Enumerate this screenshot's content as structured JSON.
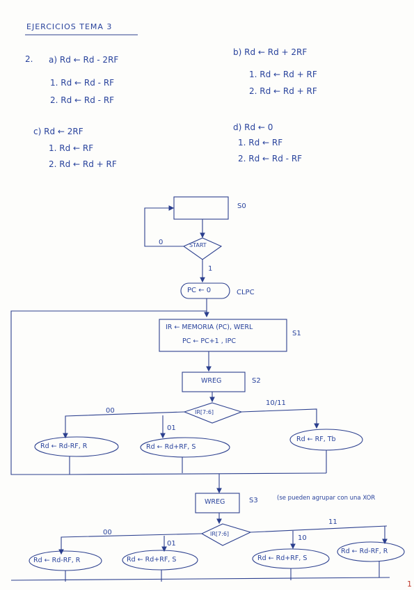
{
  "title": "EJERCICIOS TEMA 3",
  "exercise_number": "2.",
  "parts": {
    "a": {
      "label": "a)",
      "main": "Rd ← Rd - 2RF",
      "steps": [
        "1. Rd ← Rd - RF",
        "2. Rd ← Rd - RF"
      ]
    },
    "b": {
      "label": "b)",
      "main": "Rd ← Rd + 2RF",
      "steps": [
        "1. Rd ← Rd + RF",
        "2. Rd ← Rd + RF"
      ]
    },
    "c": {
      "label": "c)",
      "main": "Rd ← 2RF",
      "steps": [
        "1. Rd ← RF",
        "2. Rd ← Rd + RF"
      ]
    },
    "d": {
      "label": "d)",
      "main": "Rd ← 0",
      "steps": [
        "1. Rd ← RF",
        "2. Rd ← Rd - RF"
      ]
    }
  },
  "flowchart": {
    "s0_label": "S0",
    "start_label": "START",
    "start_zero": "0",
    "start_one": "1",
    "pc_reset": "PC ← 0",
    "pc_signal": "CLPC",
    "s1_line1": "IR ← MEMORIA (PC), WERL",
    "s1_line2": "PC ← PC+1 , IPC",
    "s1_label": "S1",
    "s2_box": "WREG",
    "s2_label": "S2",
    "decision1": "IR[7:6]",
    "branch_00": "00",
    "branch_01": "01",
    "branch_10_11": "10/11",
    "out_a": "Rd ← Rd-RF, R",
    "out_b": "Rd ← Rd+RF, S",
    "out_c": "Rd ← RF, Tb",
    "s3_box": "WREG",
    "s3_label": "S3",
    "s3_note": "(se pueden agrupar con una XOR",
    "decision2": "IR[7:6]",
    "branch2_00": "00",
    "branch2_01": "01",
    "branch2_10": "10",
    "branch2_11": "11",
    "out2_a": "Rd ← Rd-RF, R",
    "out2_b": "Rd ← Rd+RF, S",
    "out2_c": "Rd ← Rd+RF, S",
    "out2_d": "Rd ← Rd-RF, R"
  },
  "page_number": "1"
}
